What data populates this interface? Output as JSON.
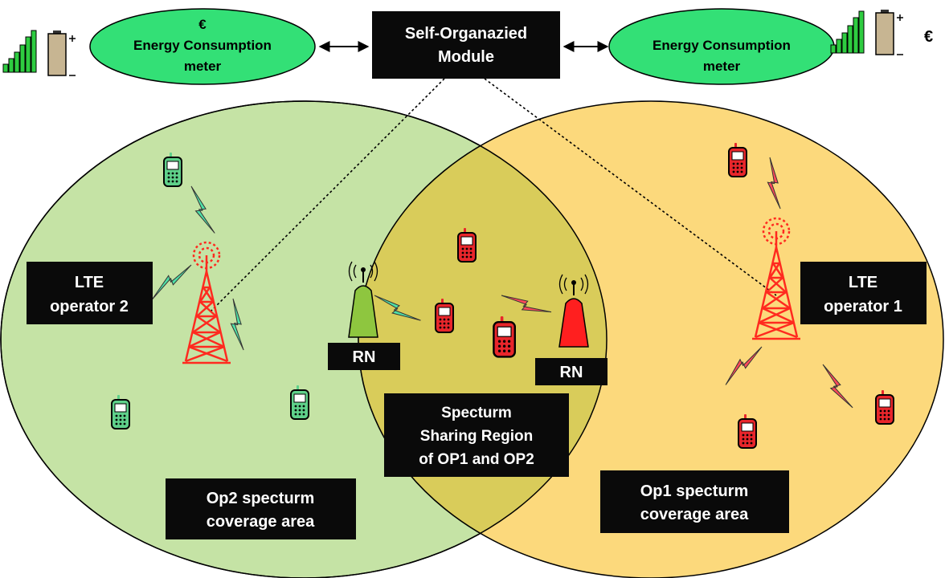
{
  "modules": {
    "self_organized_line1": "Self-Organazied",
    "self_organized_line2": "Module"
  },
  "meters": {
    "left": {
      "currency": "€",
      "line1": "Energy Consumption",
      "line2": "meter"
    },
    "right": {
      "currency": "€",
      "line1": "Energy Consumption",
      "line2": "meter"
    }
  },
  "operators": {
    "op2": {
      "line1": "LTE",
      "line2": "operator 2"
    },
    "op1": {
      "line1": "LTE",
      "line2": "operator 1"
    }
  },
  "relays": {
    "left": "RN",
    "right": "RN"
  },
  "sharing_region": {
    "line1": "Specturm",
    "line2": "Sharing Region",
    "line3": "of OP1 and OP2"
  },
  "coverage": {
    "op2": {
      "line1": "Op2 specturm",
      "line2": "coverage area"
    },
    "op1": {
      "line1": "Op1 specturm",
      "line2": "coverage area"
    }
  },
  "colors": {
    "op2_area": "#c5e3a5",
    "op1_area": "#fcd97c",
    "overlap": "#d9cc5a",
    "meter_fill": "#33e076",
    "tower_red": "#ff2a1f",
    "phone_green": "#5fd18a",
    "phone_red": "#e8262b",
    "label_bg": "#0a0a0a"
  }
}
